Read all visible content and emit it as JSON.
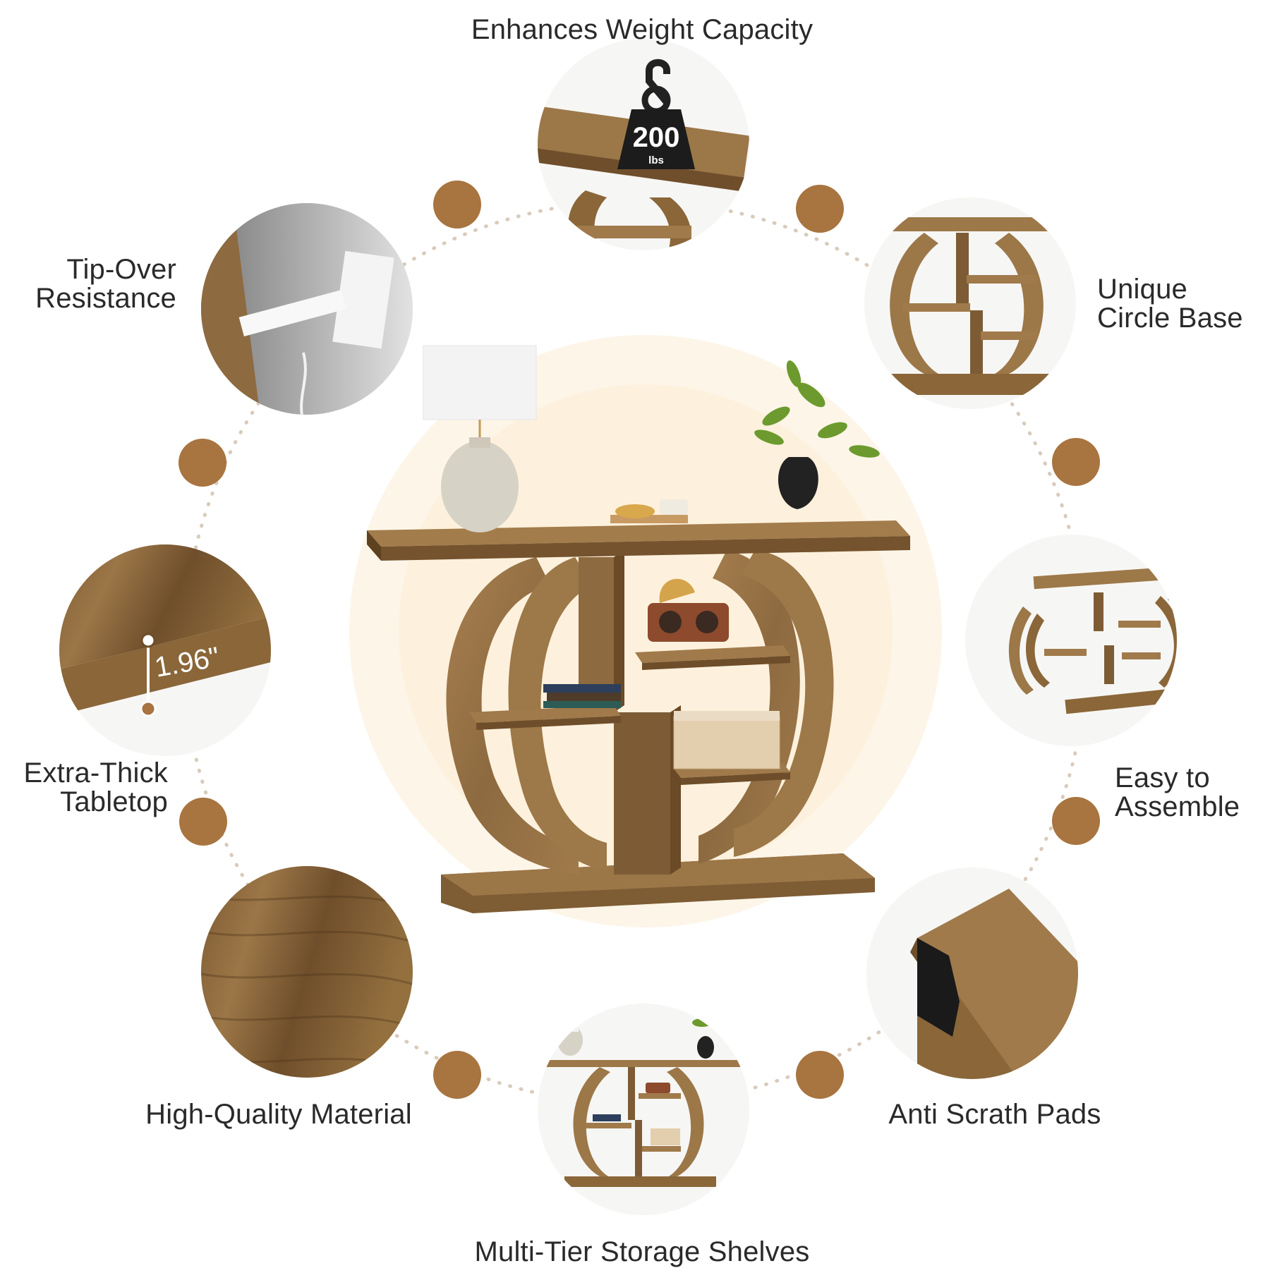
{
  "features": {
    "weight": {
      "label": "Enhances Weight Capacity",
      "badge_value": "200",
      "badge_unit": "lbs"
    },
    "circle_base": {
      "line1": "Unique",
      "line2": "Circle Base"
    },
    "assemble": {
      "line1": "Easy to",
      "line2": "Assemble"
    },
    "pads": {
      "label": "Anti Scrath Pads"
    },
    "shelves": {
      "label": "Multi-Tier Storage Shelves"
    },
    "material": {
      "label": "High-Quality Material"
    },
    "tabletop": {
      "line1": "Extra-Thick",
      "line2": "Tabletop",
      "measurement": "1.96\""
    },
    "tip_over": {
      "line1": "Tip-Over",
      "line2": "Resistance"
    }
  },
  "colors": {
    "accent_dot": "#a8743f",
    "wood_light": "#a07a4e",
    "wood_mid": "#8a6438",
    "wood_dark": "#6e4d2a",
    "glow": "#fdf1dc",
    "dotted_ring": "#d8cbbb"
  }
}
